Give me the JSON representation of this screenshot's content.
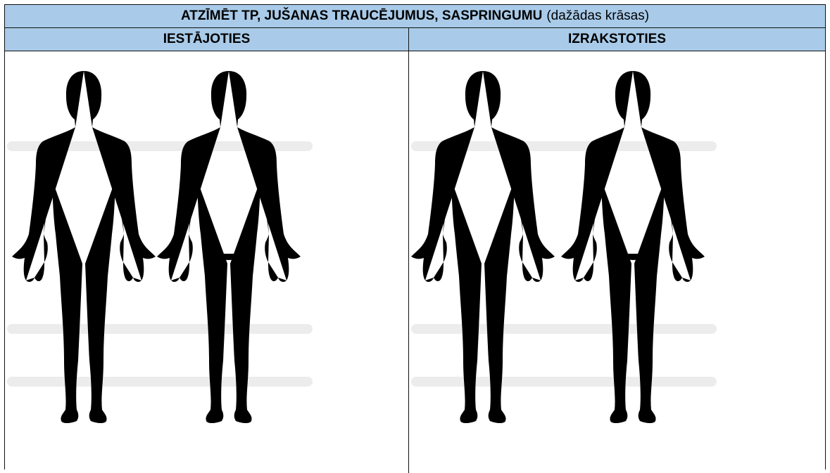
{
  "header": {
    "title_strong": "ATZĪMĒT TP, JUŠANAS TRAUCĒJUMUS, SASPRINGUMU",
    "title_note": "(dažādas krāsas)"
  },
  "columns": {
    "left_label": "IESTĀJOTIES",
    "right_label": "IZRAKSTOTIES"
  },
  "figures": {
    "left_diagram_icon": "body-chart-front-back",
    "right_diagram_icon": "body-chart-front-back"
  }
}
